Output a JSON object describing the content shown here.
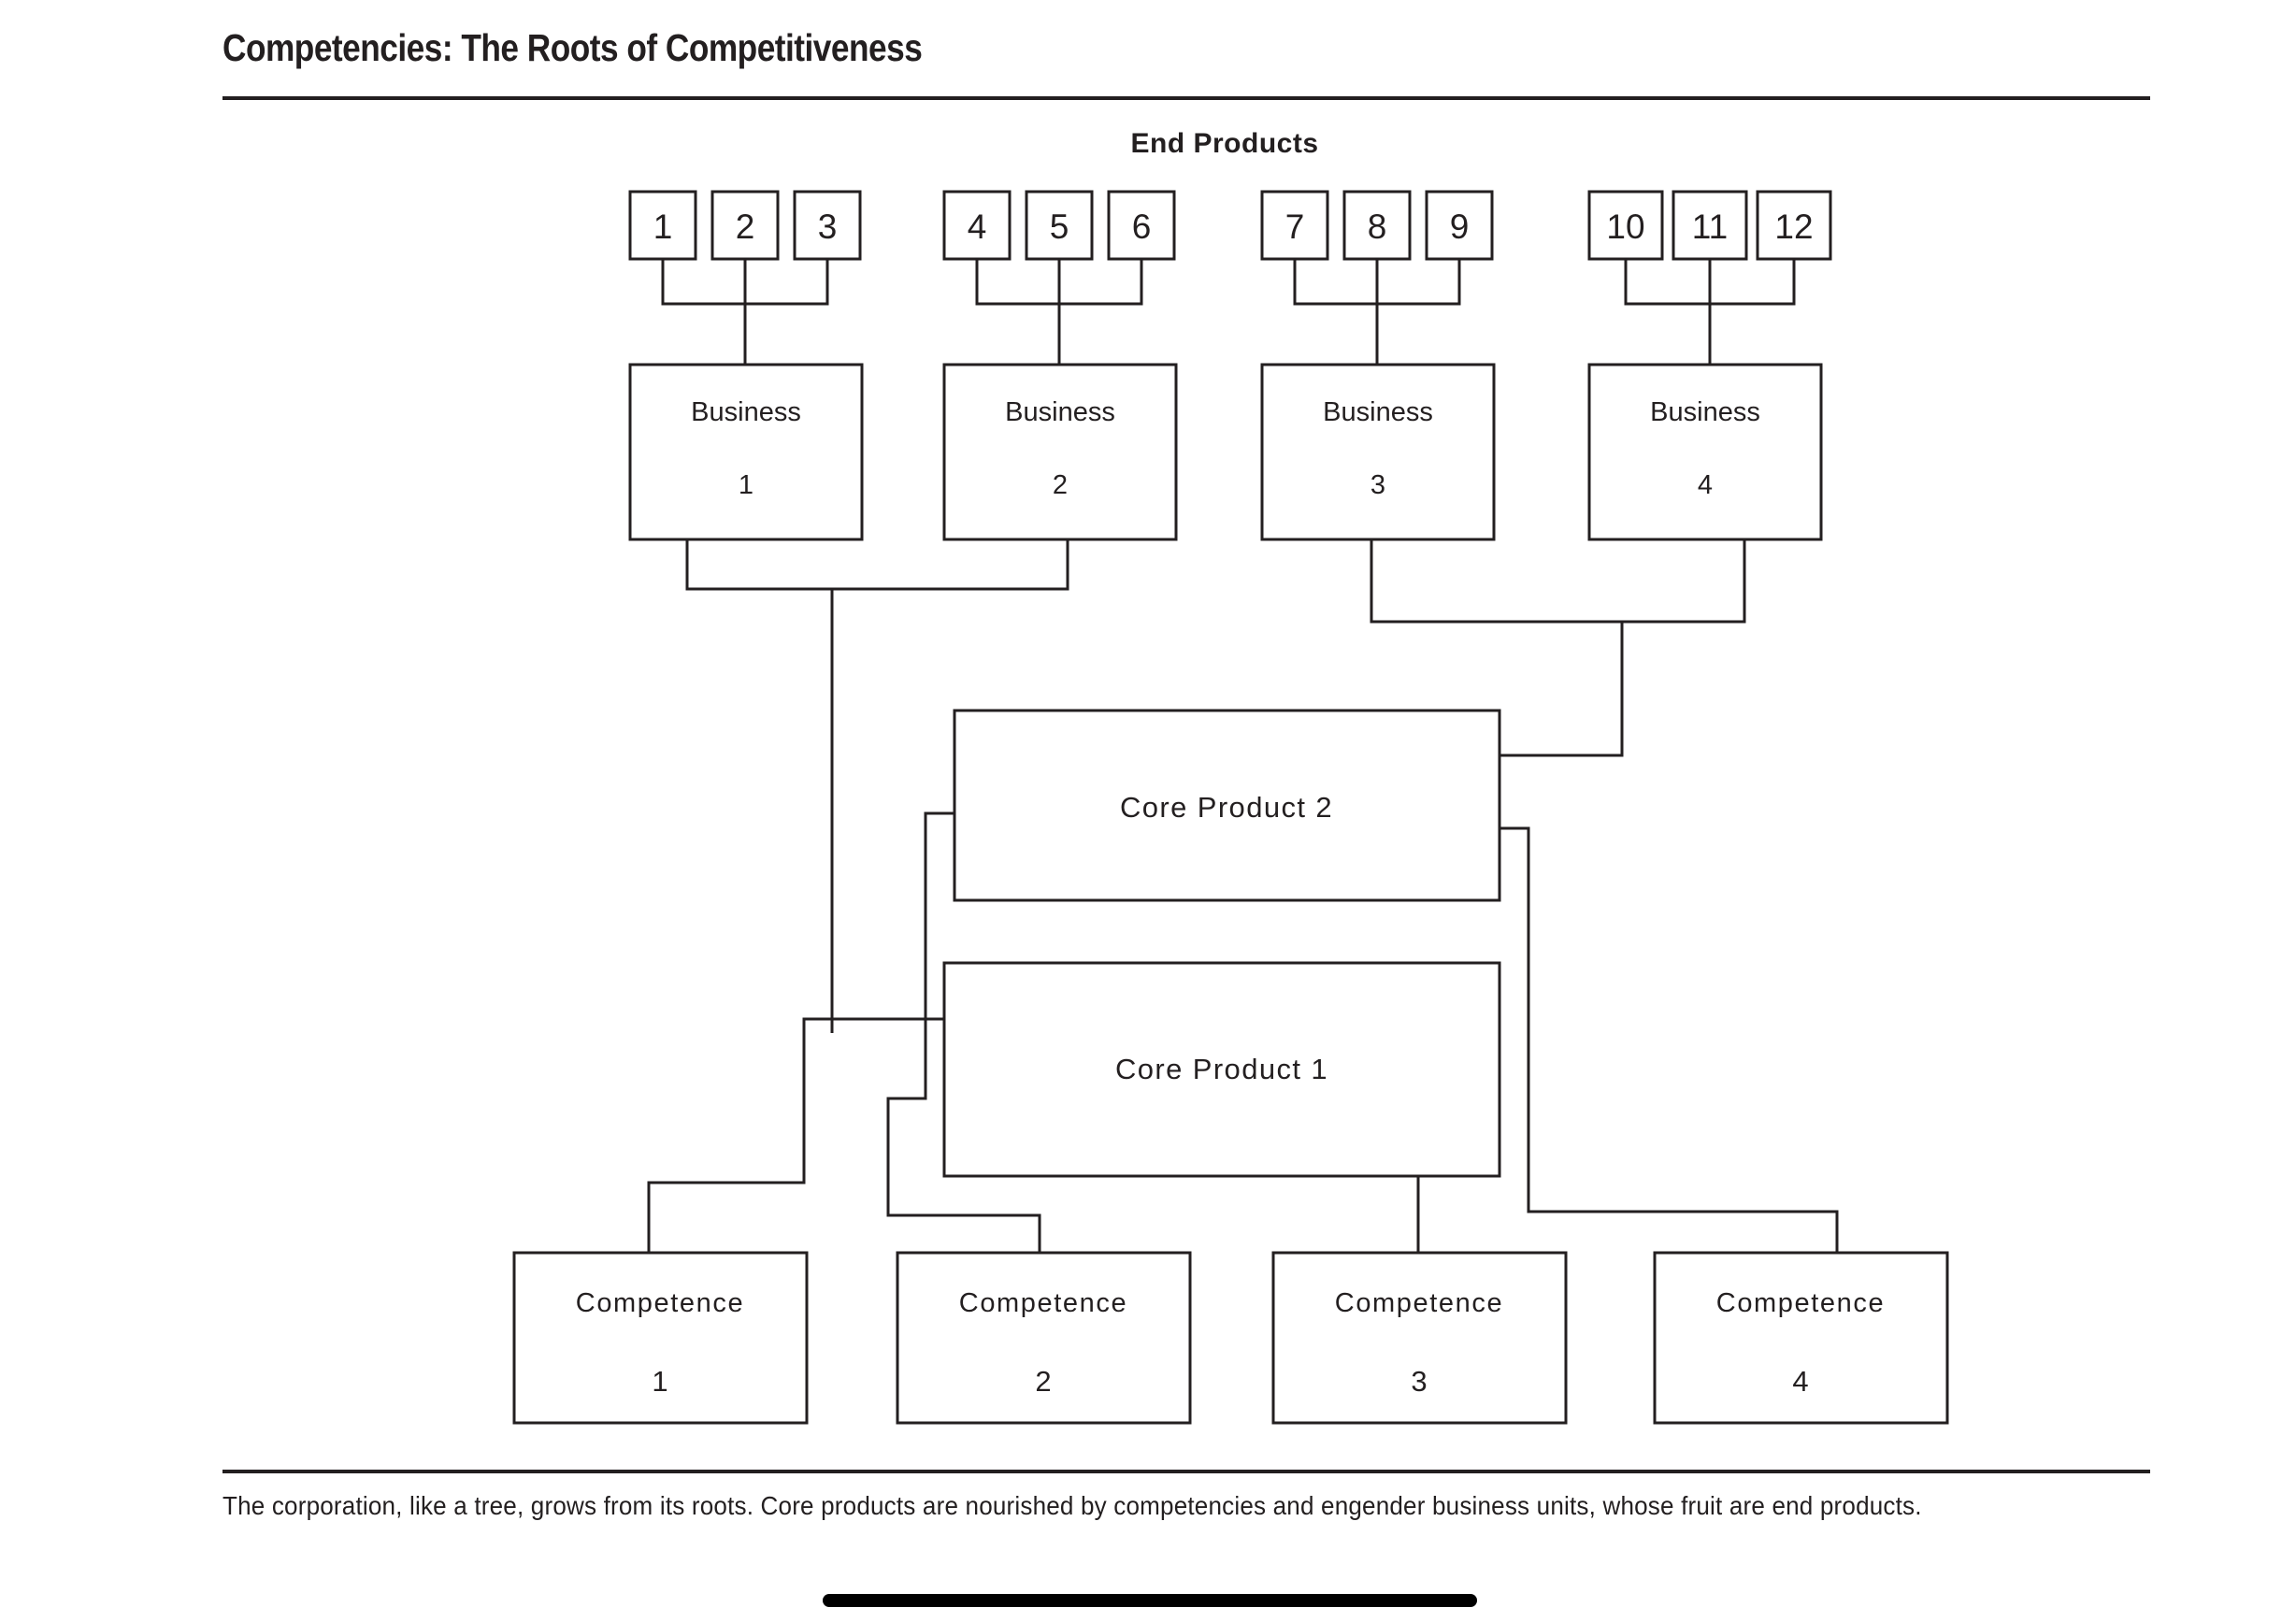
{
  "page": {
    "title": "Competencies: The Roots of Competitiveness",
    "caption": "The corporation, like a tree, grows from its roots. Core products are nourished by competencies and engender business units, whose fruit are end products.",
    "ink_color": "#231f20",
    "background_color": "#ffffff"
  },
  "diagram": {
    "type": "hierarchy",
    "header_label": "End Products",
    "end_products": [
      {
        "label": "1"
      },
      {
        "label": "2"
      },
      {
        "label": "3"
      },
      {
        "label": "4"
      },
      {
        "label": "5"
      },
      {
        "label": "6"
      },
      {
        "label": "7"
      },
      {
        "label": "8"
      },
      {
        "label": "9"
      },
      {
        "label": "10"
      },
      {
        "label": "11"
      },
      {
        "label": "12"
      }
    ],
    "businesses": [
      {
        "name": "Business",
        "number": "1"
      },
      {
        "name": "Business",
        "number": "2"
      },
      {
        "name": "Business",
        "number": "3"
      },
      {
        "name": "Business",
        "number": "4"
      }
    ],
    "core_products": [
      {
        "label": "Core Product 2"
      },
      {
        "label": "Core Product 1"
      }
    ],
    "competences": [
      {
        "name": "Competence",
        "number": "1"
      },
      {
        "name": "Competence",
        "number": "2"
      },
      {
        "name": "Competence",
        "number": "3"
      },
      {
        "name": "Competence",
        "number": "4"
      }
    ]
  }
}
